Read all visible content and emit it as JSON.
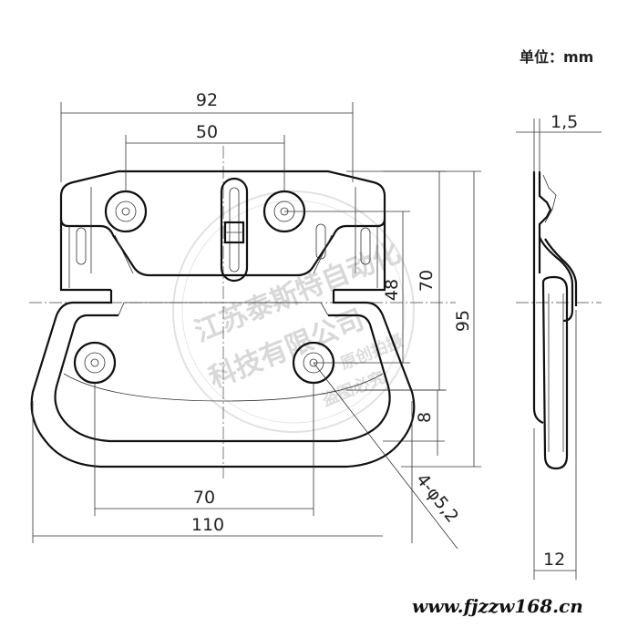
{
  "header": {
    "unit_label": "单位：mm"
  },
  "dimensions": {
    "top_width": "92",
    "hole_spacing_top": "50",
    "height_48": "48",
    "height_70": "70",
    "height_95": "95",
    "height_8": "8",
    "hole_spacing_bottom": "70",
    "overall_width": "110",
    "hole_callout": "4-φ5,2",
    "thickness": "1,5",
    "depth": "12"
  },
  "watermark": {
    "company_line1": "江苏泰斯特自动化",
    "company_line2": "科技有限公司",
    "notice_line1": "原创拍摄",
    "notice_line2": "盗图必究"
  },
  "footer": {
    "website": "www.fjzzw168.cn"
  }
}
